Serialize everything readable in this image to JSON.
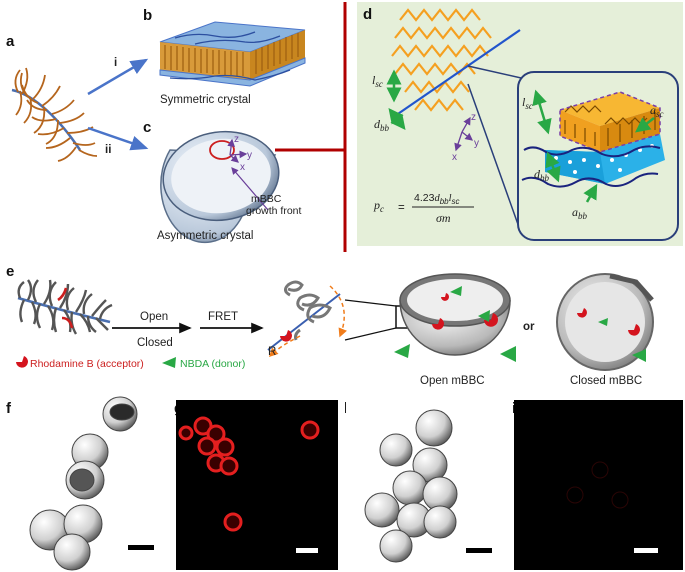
{
  "panel_labels": {
    "a": "a",
    "b": "b",
    "c": "c",
    "d": "d",
    "e": "e",
    "f": "f",
    "g": "g",
    "h": "h",
    "i": "i"
  },
  "routes": {
    "i": "i",
    "ii": "ii"
  },
  "captions": {
    "symmetric": "Symmetric crystal",
    "asymmetric": "Asymmetric crystal",
    "mbbc_line1": "mBBC",
    "mbbc_line2": "growth front",
    "open_mbbc": "Open mBBC",
    "closed_mbbc": "Closed mBBC",
    "or": "or"
  },
  "axes": {
    "x": "x",
    "y": "y",
    "z": "z"
  },
  "dimensions": {
    "l": "l",
    "sc": "sc",
    "d": "d",
    "bb": "bb",
    "a": "a"
  },
  "formula": {
    "lhs_p": "p",
    "lhs_sub": "c",
    "eq": "=",
    "num_coef": "4.23",
    "num_d": "d",
    "num_bb": "bb",
    "num_l": "l",
    "num_sc": "sc",
    "den": "σm"
  },
  "panel_e": {
    "open": "Open",
    "closed": "Closed",
    "fret": "FRET",
    "r": "R",
    "rhodamine": "Rhodamine B (acceptor)",
    "nbda": "NBDA (donor)"
  },
  "colors": {
    "green_panel": "#e5efd9",
    "orange": "#f5a623",
    "blue": "#2255cc",
    "red": "#cc1f1f",
    "green": "#29a845",
    "purple": "#6a3f9a",
    "darkred": "#b00000"
  }
}
